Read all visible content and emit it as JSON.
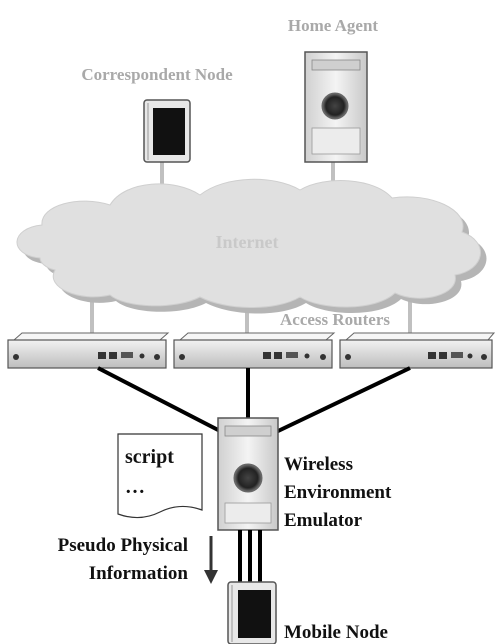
{
  "labels": {
    "home_agent": "Home Agent",
    "correspondent_node": "Correspondent Node",
    "internet": "Internet",
    "access_routers": "Access Routers",
    "wireless_line1": "Wireless",
    "wireless_line2": "Environment",
    "wireless_line3": "Emulator",
    "script": "script",
    "script_dots": "…",
    "pseudo_line1": "Pseudo Physical",
    "pseudo_line2": "Information",
    "mobile_node": "Mobile Node"
  },
  "colors": {
    "device_body": "#e6e6e6",
    "device_edge": "#555555",
    "screen": "#111111",
    "cloud": "#e0e0e0",
    "link_gray": "#c0c0c0",
    "link_black": "#000000"
  }
}
